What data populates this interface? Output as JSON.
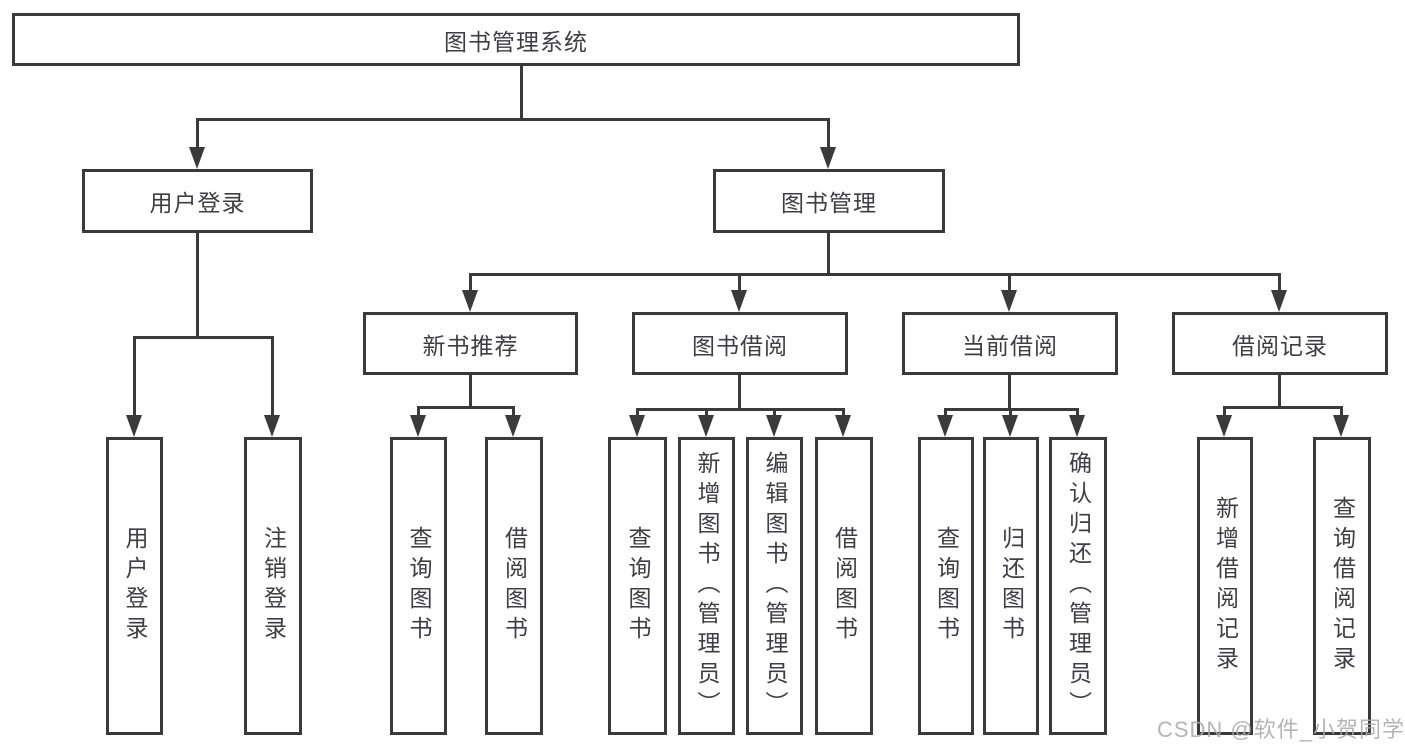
{
  "diagram": {
    "title_node": {
      "label": "图书管理系统"
    },
    "root": {
      "label": "图书管理系统"
    },
    "level1": [
      {
        "label": "用户登录"
      },
      {
        "label": "图书管理"
      }
    ],
    "level2": [
      {
        "label": "新书推荐"
      },
      {
        "label": "图书借阅"
      },
      {
        "label": "当前借阅"
      },
      {
        "label": "借阅记录"
      }
    ],
    "leaves": {
      "user_login": [
        {
          "label": "用户登录"
        },
        {
          "label": "注销登录"
        }
      ],
      "new_book_recommend": [
        {
          "label": "查询图书"
        },
        {
          "label": "借阅图书"
        }
      ],
      "book_borrow": [
        {
          "label": "查询图书"
        },
        {
          "label": "新增图书（管理员）"
        },
        {
          "label": "编辑图书（管理员）"
        },
        {
          "label": "借阅图书"
        }
      ],
      "current_borrow": [
        {
          "label": "查询图书"
        },
        {
          "label": "归还图书"
        },
        {
          "label": "确认归还（管理员）"
        }
      ],
      "borrow_record": [
        {
          "label": "新增借阅记录"
        },
        {
          "label": "查询借阅记录"
        }
      ]
    }
  },
  "watermark": {
    "text": "CSDN @软件_小贺同学"
  },
  "colors": {
    "line": "#3a3a3a",
    "node_border": "#3a3a3a",
    "text": "#3e3e44",
    "watermark": "#a9a9a9",
    "background": "#ffffff"
  }
}
